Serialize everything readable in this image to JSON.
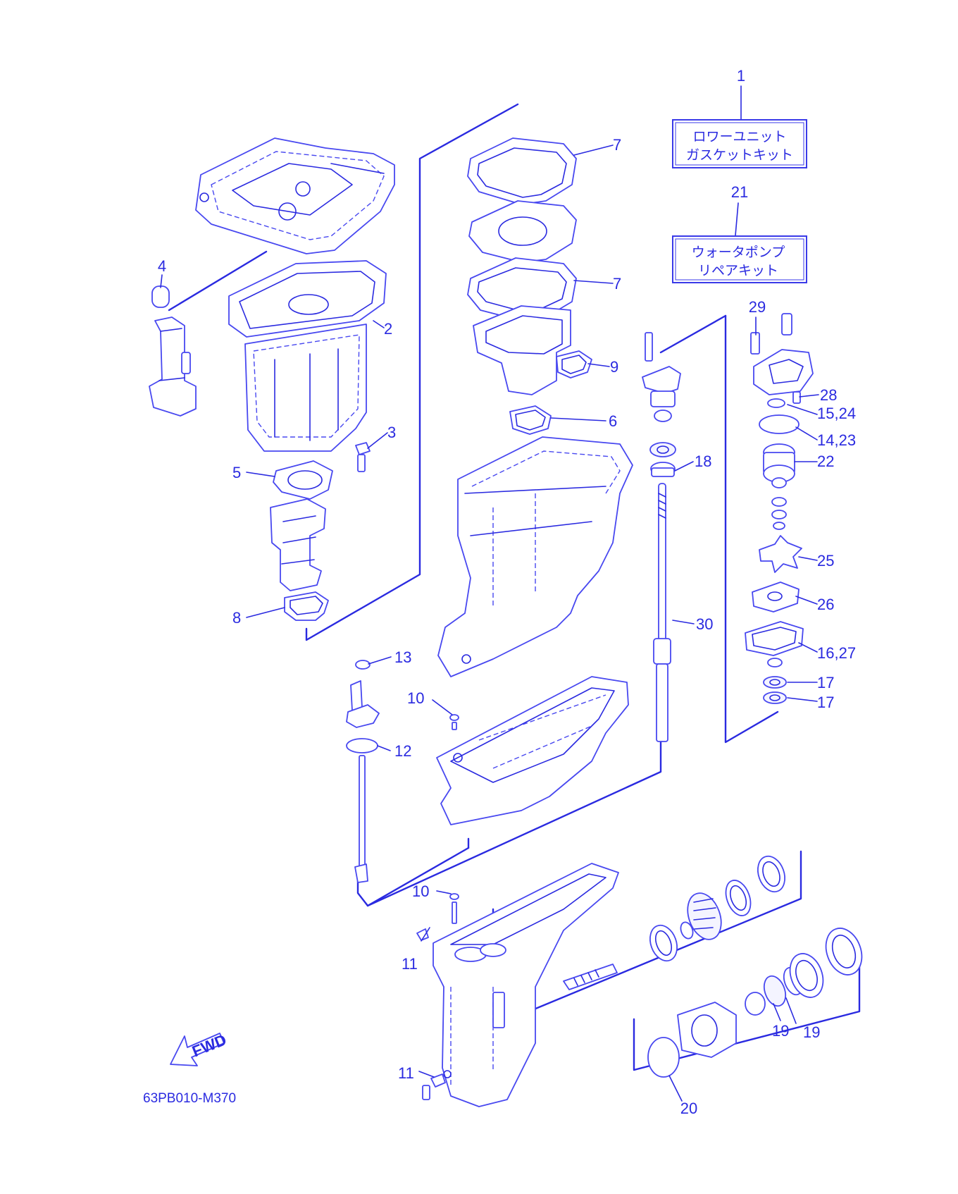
{
  "diagram": {
    "callouts": [
      "1",
      "21",
      "7",
      "7",
      "4",
      "2",
      "9",
      "29",
      "28",
      "15,24",
      "6",
      "14,23",
      "3",
      "22",
      "18",
      "5",
      "25",
      "26",
      "8",
      "30",
      "16,27",
      "13",
      "17",
      "17",
      "10",
      "12",
      "10",
      "11",
      "11",
      "19",
      "19",
      "20"
    ],
    "kits": [
      {
        "number": "1",
        "line1": "ロワーユニット",
        "line2": "ガスケットキット"
      },
      {
        "number": "21",
        "line1": "ウォータポンプ",
        "line2": "リペアキット"
      }
    ],
    "fwd_label": "FWD",
    "drawing_code": "63PB010-M370"
  },
  "style": {
    "line_color": "#2a2ae0",
    "background": "#ffffff"
  }
}
